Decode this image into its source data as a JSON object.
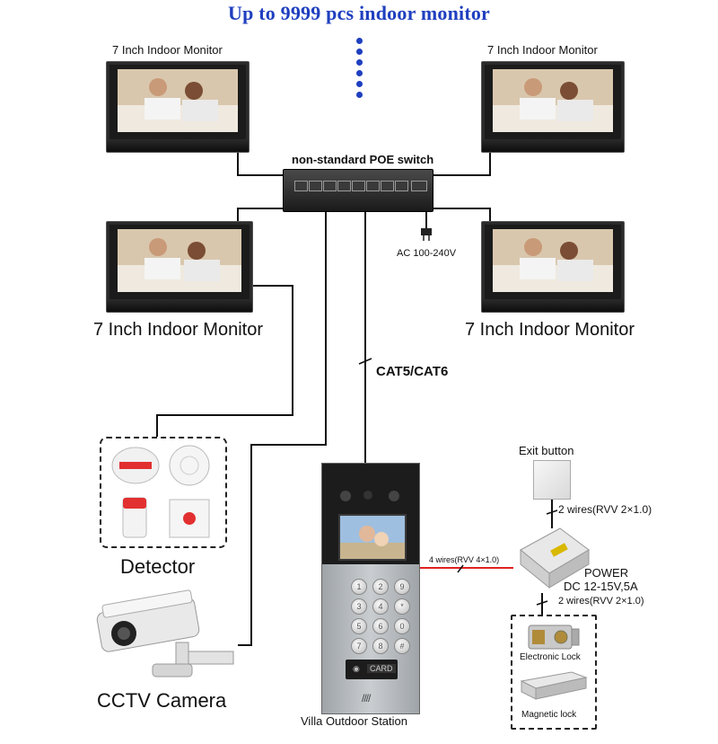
{
  "title": "Up to 9999 pcs indoor monitor",
  "monitors": {
    "top_left_label": "7 Inch Indoor Monitor",
    "top_right_label": "7 Inch Indoor Monitor",
    "mid_left_label": "7 Inch Indoor Monitor",
    "mid_right_label": "7 Inch Indoor Monitor"
  },
  "switch": {
    "label": "non-standard POE switch",
    "power_label": "AC 100-240V"
  },
  "cable_label": "CAT5/CAT6",
  "detector_label": "Detector",
  "cctv_label": "CCTV Camera",
  "outdoor_station": {
    "label": "Villa Outdoor Station",
    "card_text": "CARD",
    "keys": [
      "1",
      "2",
      "3",
      "4",
      "5",
      "6",
      "7",
      "8",
      "9",
      "*",
      "0",
      "#"
    ]
  },
  "exit_button_label": "Exit button",
  "wires_top": "2 wires(RVV 2×1.0)",
  "wires_station": "4 wires(RVV 4×1.0)",
  "power": {
    "label": "POWER",
    "spec": "DC 12-15V,5A",
    "wires": "2 wires(RVV 2×1.0)"
  },
  "locks": {
    "electronic": "Electronic Lock",
    "magnetic": "Magnetic lock"
  },
  "colors": {
    "title": "#1f3fbf",
    "station_wire": "#e02020",
    "line": "#111111"
  }
}
